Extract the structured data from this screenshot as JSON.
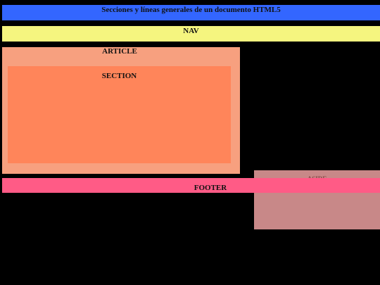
{
  "header": {
    "title": "Secciones y líneas generales de un documento HTML5"
  },
  "nav": {
    "label": "NAV"
  },
  "article": {
    "label": "ARTICLE",
    "section": {
      "label": "SECTION"
    }
  },
  "aside": {
    "label": "ASIDE"
  },
  "footer": {
    "label": "FOOTER"
  },
  "colors": {
    "background": "#000000",
    "header": "#3366ff",
    "nav": "#f5f57f",
    "article": "#f7a07f",
    "section": "#ff855a",
    "aside": "#c88888",
    "footer": "#ff5b86"
  }
}
